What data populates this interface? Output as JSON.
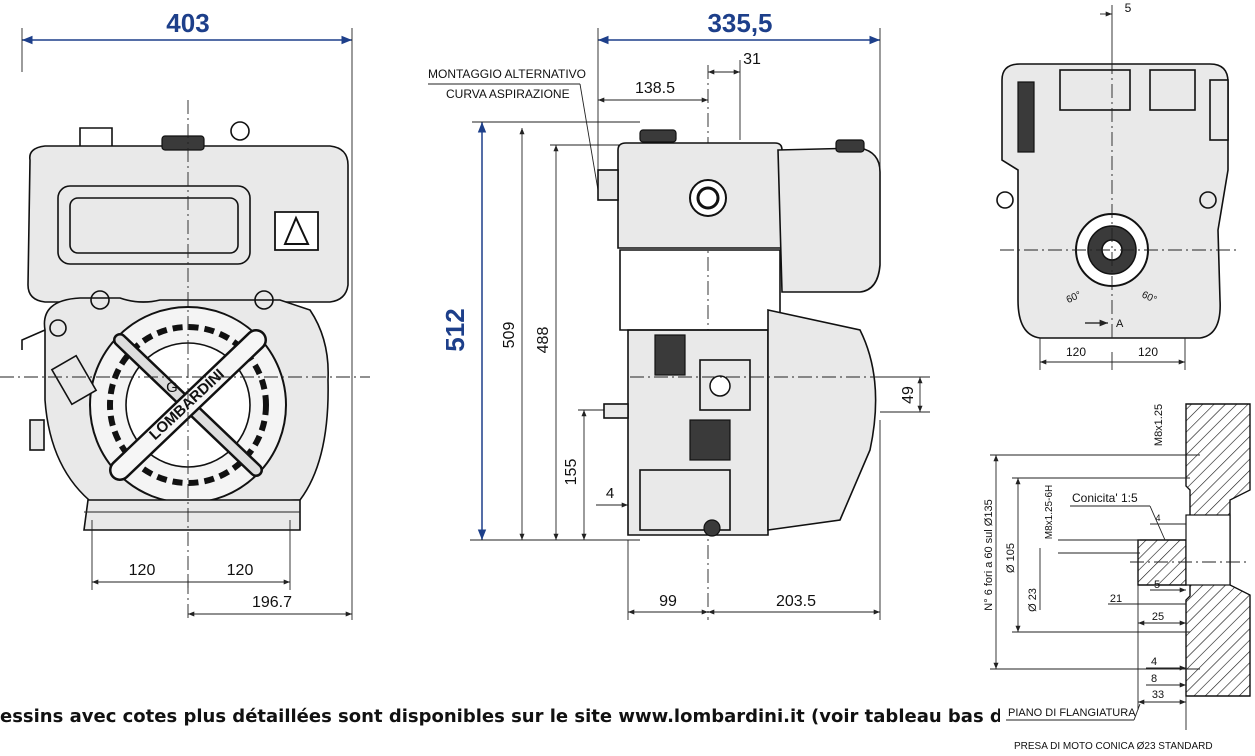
{
  "front_view": {
    "width_dim": "403",
    "left_dim": "120",
    "right_dim": "120",
    "offset_dim": "196.7",
    "center_label": "G",
    "brand": "LOMBARDINI"
  },
  "side_view": {
    "width_dim": "335,5",
    "offset_dim": "138.5",
    "small_dim": "31",
    "total_height": "512",
    "height_509": "509",
    "height_488": "488",
    "shaft_height": "155",
    "flange_dim": "4",
    "right_dim": "49",
    "bottom_left": "99",
    "bottom_right": "203.5",
    "note_line1": "MONTAGGIO ALTERNATIVO",
    "note_line2": "CURVA ASPIRAZIONE"
  },
  "rear_view": {
    "top_dim": "5",
    "left_dim": "120",
    "right_dim": "120",
    "angle_left": "60°",
    "angle_right": "60°",
    "axis_label": "A"
  },
  "detail_view": {
    "thread_top": "M8x1.25",
    "holes_label": "N° 6 fori a 60 sul Ø135",
    "dia_105": "Ø 105",
    "thread_inner": "M8x1.25-6H",
    "dia_23": "Ø 23",
    "taper": "Conicita' 1:5",
    "dim_4a": "4",
    "dim_5": "5",
    "dim_21": "21",
    "dim_25": "25",
    "dim_4b": "4",
    "dim_8": "8",
    "dim_33": "33",
    "flange_plane": "PIANO DI FLANGIATURA",
    "pto": "PRESA DI MOTO CONICA Ø23 STANDARD"
  },
  "footer": {
    "note": "essins avec cotes plus détaillées sont disponibles sur le site www.lombardini.it (voir tableau bas de page)"
  }
}
